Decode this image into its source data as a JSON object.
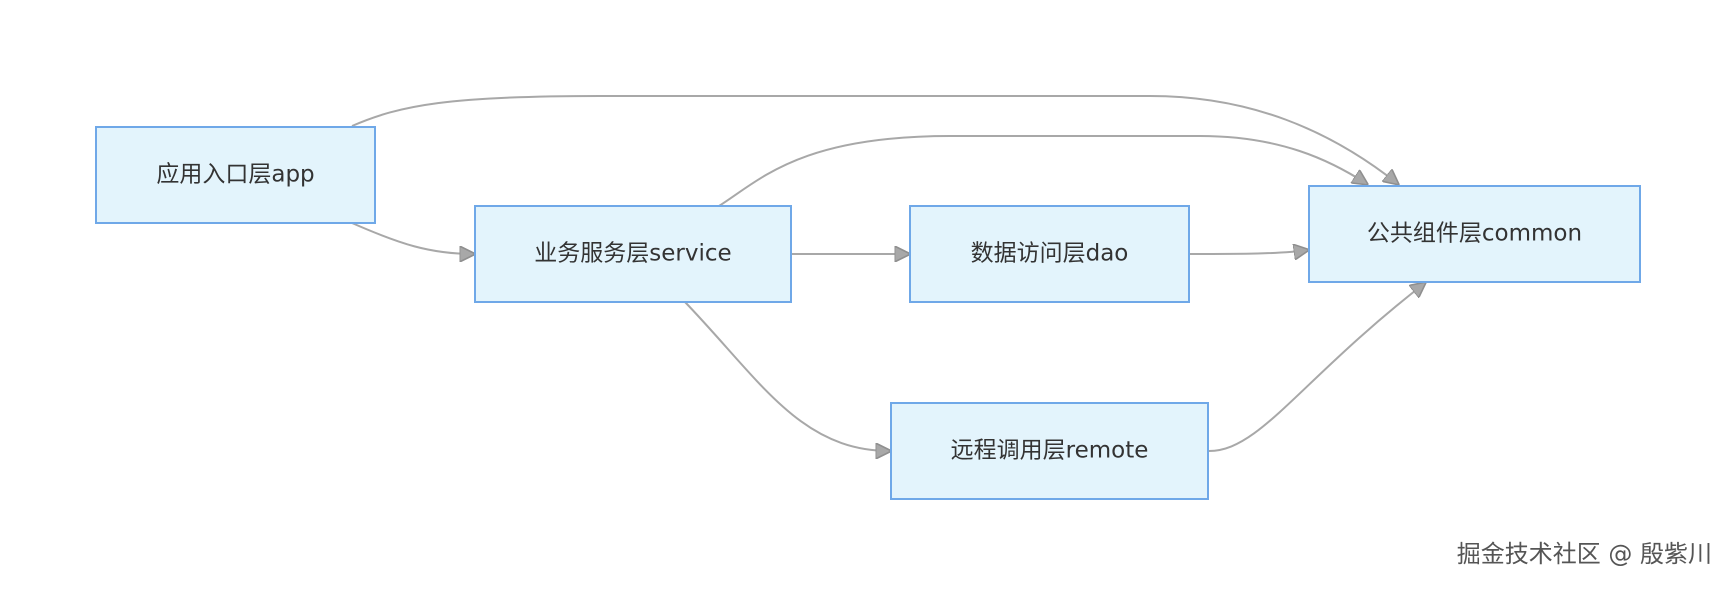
{
  "nodes": {
    "app": {
      "label": "应用入口层app"
    },
    "service": {
      "label": "业务服务层service"
    },
    "dao": {
      "label": "数据访问层dao"
    },
    "remote": {
      "label": "远程调用层remote"
    },
    "common": {
      "label": "公共组件层common"
    }
  },
  "edges": [
    {
      "from": "app",
      "to": "common"
    },
    {
      "from": "app",
      "to": "service"
    },
    {
      "from": "service",
      "to": "common"
    },
    {
      "from": "service",
      "to": "dao"
    },
    {
      "from": "service",
      "to": "remote"
    },
    {
      "from": "dao",
      "to": "common"
    },
    {
      "from": "remote",
      "to": "common"
    }
  ],
  "watermark": "掘金技术社区 @ 殷紫川",
  "colors": {
    "node_fill": "#e3f4fc",
    "node_border": "#6fa8e8",
    "edge": "#a8a8a8",
    "text": "#333333"
  }
}
